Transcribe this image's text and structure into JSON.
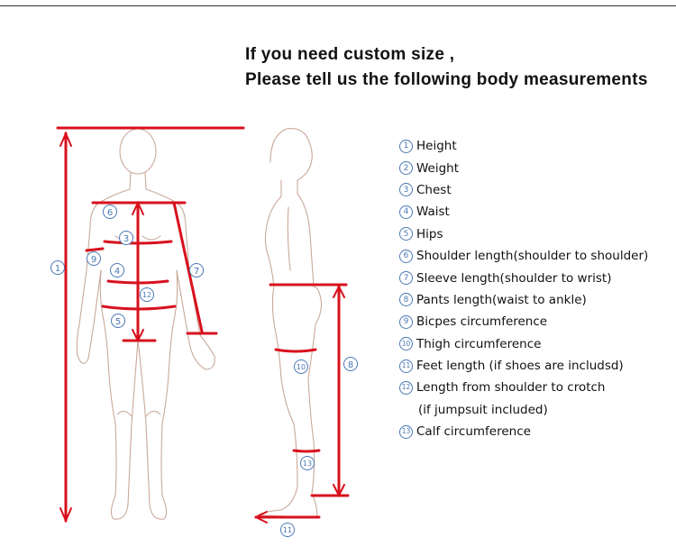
{
  "header": {
    "line1": "If you need custom size ,",
    "line2": "Please tell us the following body measurements"
  },
  "colors": {
    "measure_line": "#d8111d",
    "figure_outline": "#c9a99a",
    "marker": "#4a78b5"
  },
  "legend": [
    {
      "num": "1",
      "label": "Height"
    },
    {
      "num": "2",
      "label": "Weight"
    },
    {
      "num": "3",
      "label": "Chest"
    },
    {
      "num": "4",
      "label": "Waist"
    },
    {
      "num": "5",
      "label": "Hips"
    },
    {
      "num": "6",
      "label": "Shoulder length(shoulder to shoulder)"
    },
    {
      "num": "7",
      "label": "Sleeve length(shoulder to wrist)"
    },
    {
      "num": "8",
      "label": "Pants length(waist to ankle)"
    },
    {
      "num": "9",
      "label": "Bicpes circumference"
    },
    {
      "num": "10",
      "label": "Thigh circumference"
    },
    {
      "num": "11",
      "label": "Feet length (if shoes are includsd)"
    },
    {
      "num": "12",
      "label": "Length from shoulder to crotch"
    },
    {
      "num": "",
      "label": "(if jumpsuit included)"
    },
    {
      "num": "13",
      "label": "Calf circumference"
    }
  ],
  "markers": {
    "m1": "1",
    "m4": "4",
    "m3": "3",
    "m5": "5",
    "m6": "6",
    "m7": "7",
    "m8": "8",
    "m9": "9",
    "m10": "10",
    "m11": "11",
    "m12": "12",
    "m13": "13"
  }
}
